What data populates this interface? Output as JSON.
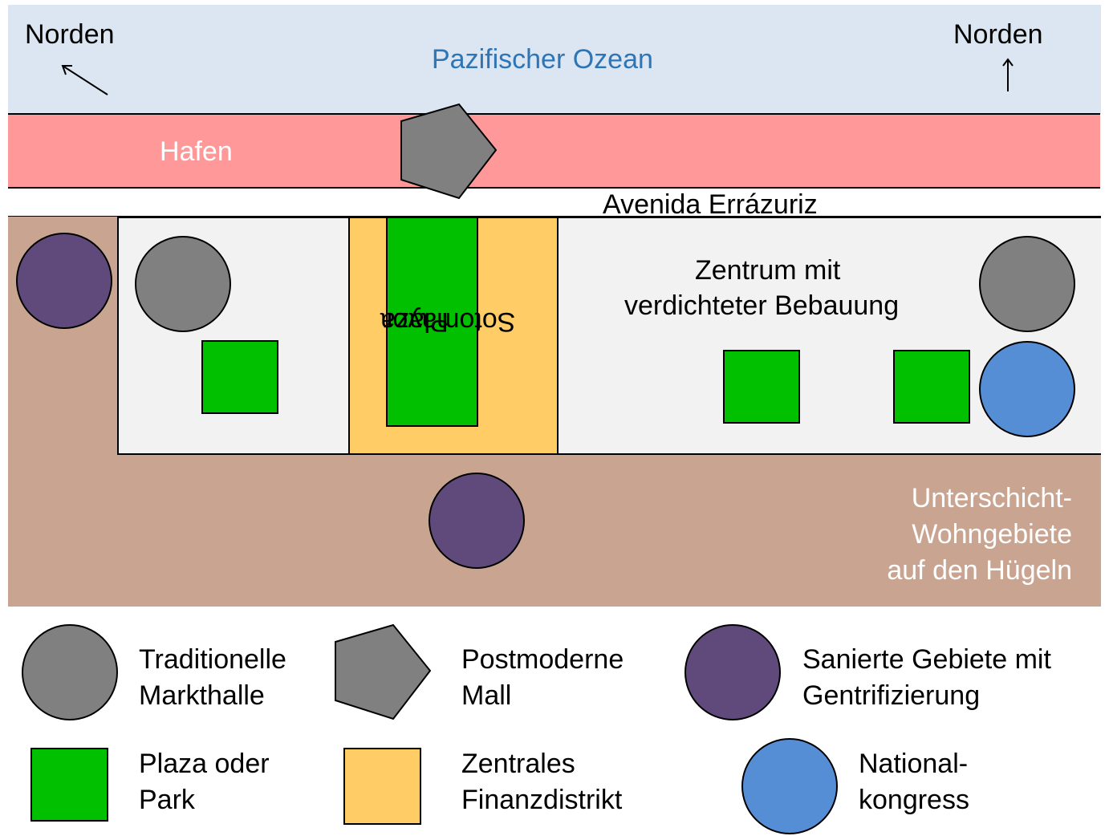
{
  "title_ocean": "Pazifischer Ozean",
  "harbor_label": "Hafen",
  "street_label": "Avenida Errázuriz",
  "compass_left": {
    "label": "Norden",
    "arrow": "arrow-northwest-icon"
  },
  "compass_right": {
    "label": "Norden",
    "arrow": "arrow-north-icon"
  },
  "plaza_main": {
    "line1": "Plaza",
    "line2": "Sotomayor"
  },
  "center_label": {
    "line1": "Zentrum mit",
    "line2": "verdichteter Bebauung"
  },
  "hills_label": {
    "line1": "Unterschicht-",
    "line2": "Wohngebiete",
    "line3": "auf den Hügeln"
  },
  "legend": {
    "market": {
      "line1": "Traditionelle",
      "line2": "Markthalle",
      "icon": "grey-circle-icon",
      "color": "#808080"
    },
    "mall": {
      "line1": "Postmoderne",
      "line2": "Mall",
      "icon": "grey-pentagon-icon",
      "color": "#808080"
    },
    "gentrified": {
      "line1": "Sanierte Gebiete mit",
      "line2": "Gentrifizierung",
      "icon": "purple-circle-icon",
      "color": "#604a7b"
    },
    "plaza": {
      "line1": "Plaza oder",
      "line2": "Park",
      "icon": "green-square-icon",
      "color": "#00c000"
    },
    "cbd": {
      "line1": "Zentrales",
      "line2": "Finanzdistrikt",
      "icon": "orange-square-icon",
      "color": "#ffcc66"
    },
    "congress": {
      "line1": "National-",
      "line2": "kongress",
      "icon": "blue-circle-icon",
      "color": "#558ed5"
    }
  },
  "colors": {
    "ocean": "#dce6f2",
    "harbor": "#ff9999",
    "hills": "#c9a491",
    "center": "#f2f2f2",
    "ocean_text": "#2e75b6",
    "light_text": "#ffffff"
  }
}
